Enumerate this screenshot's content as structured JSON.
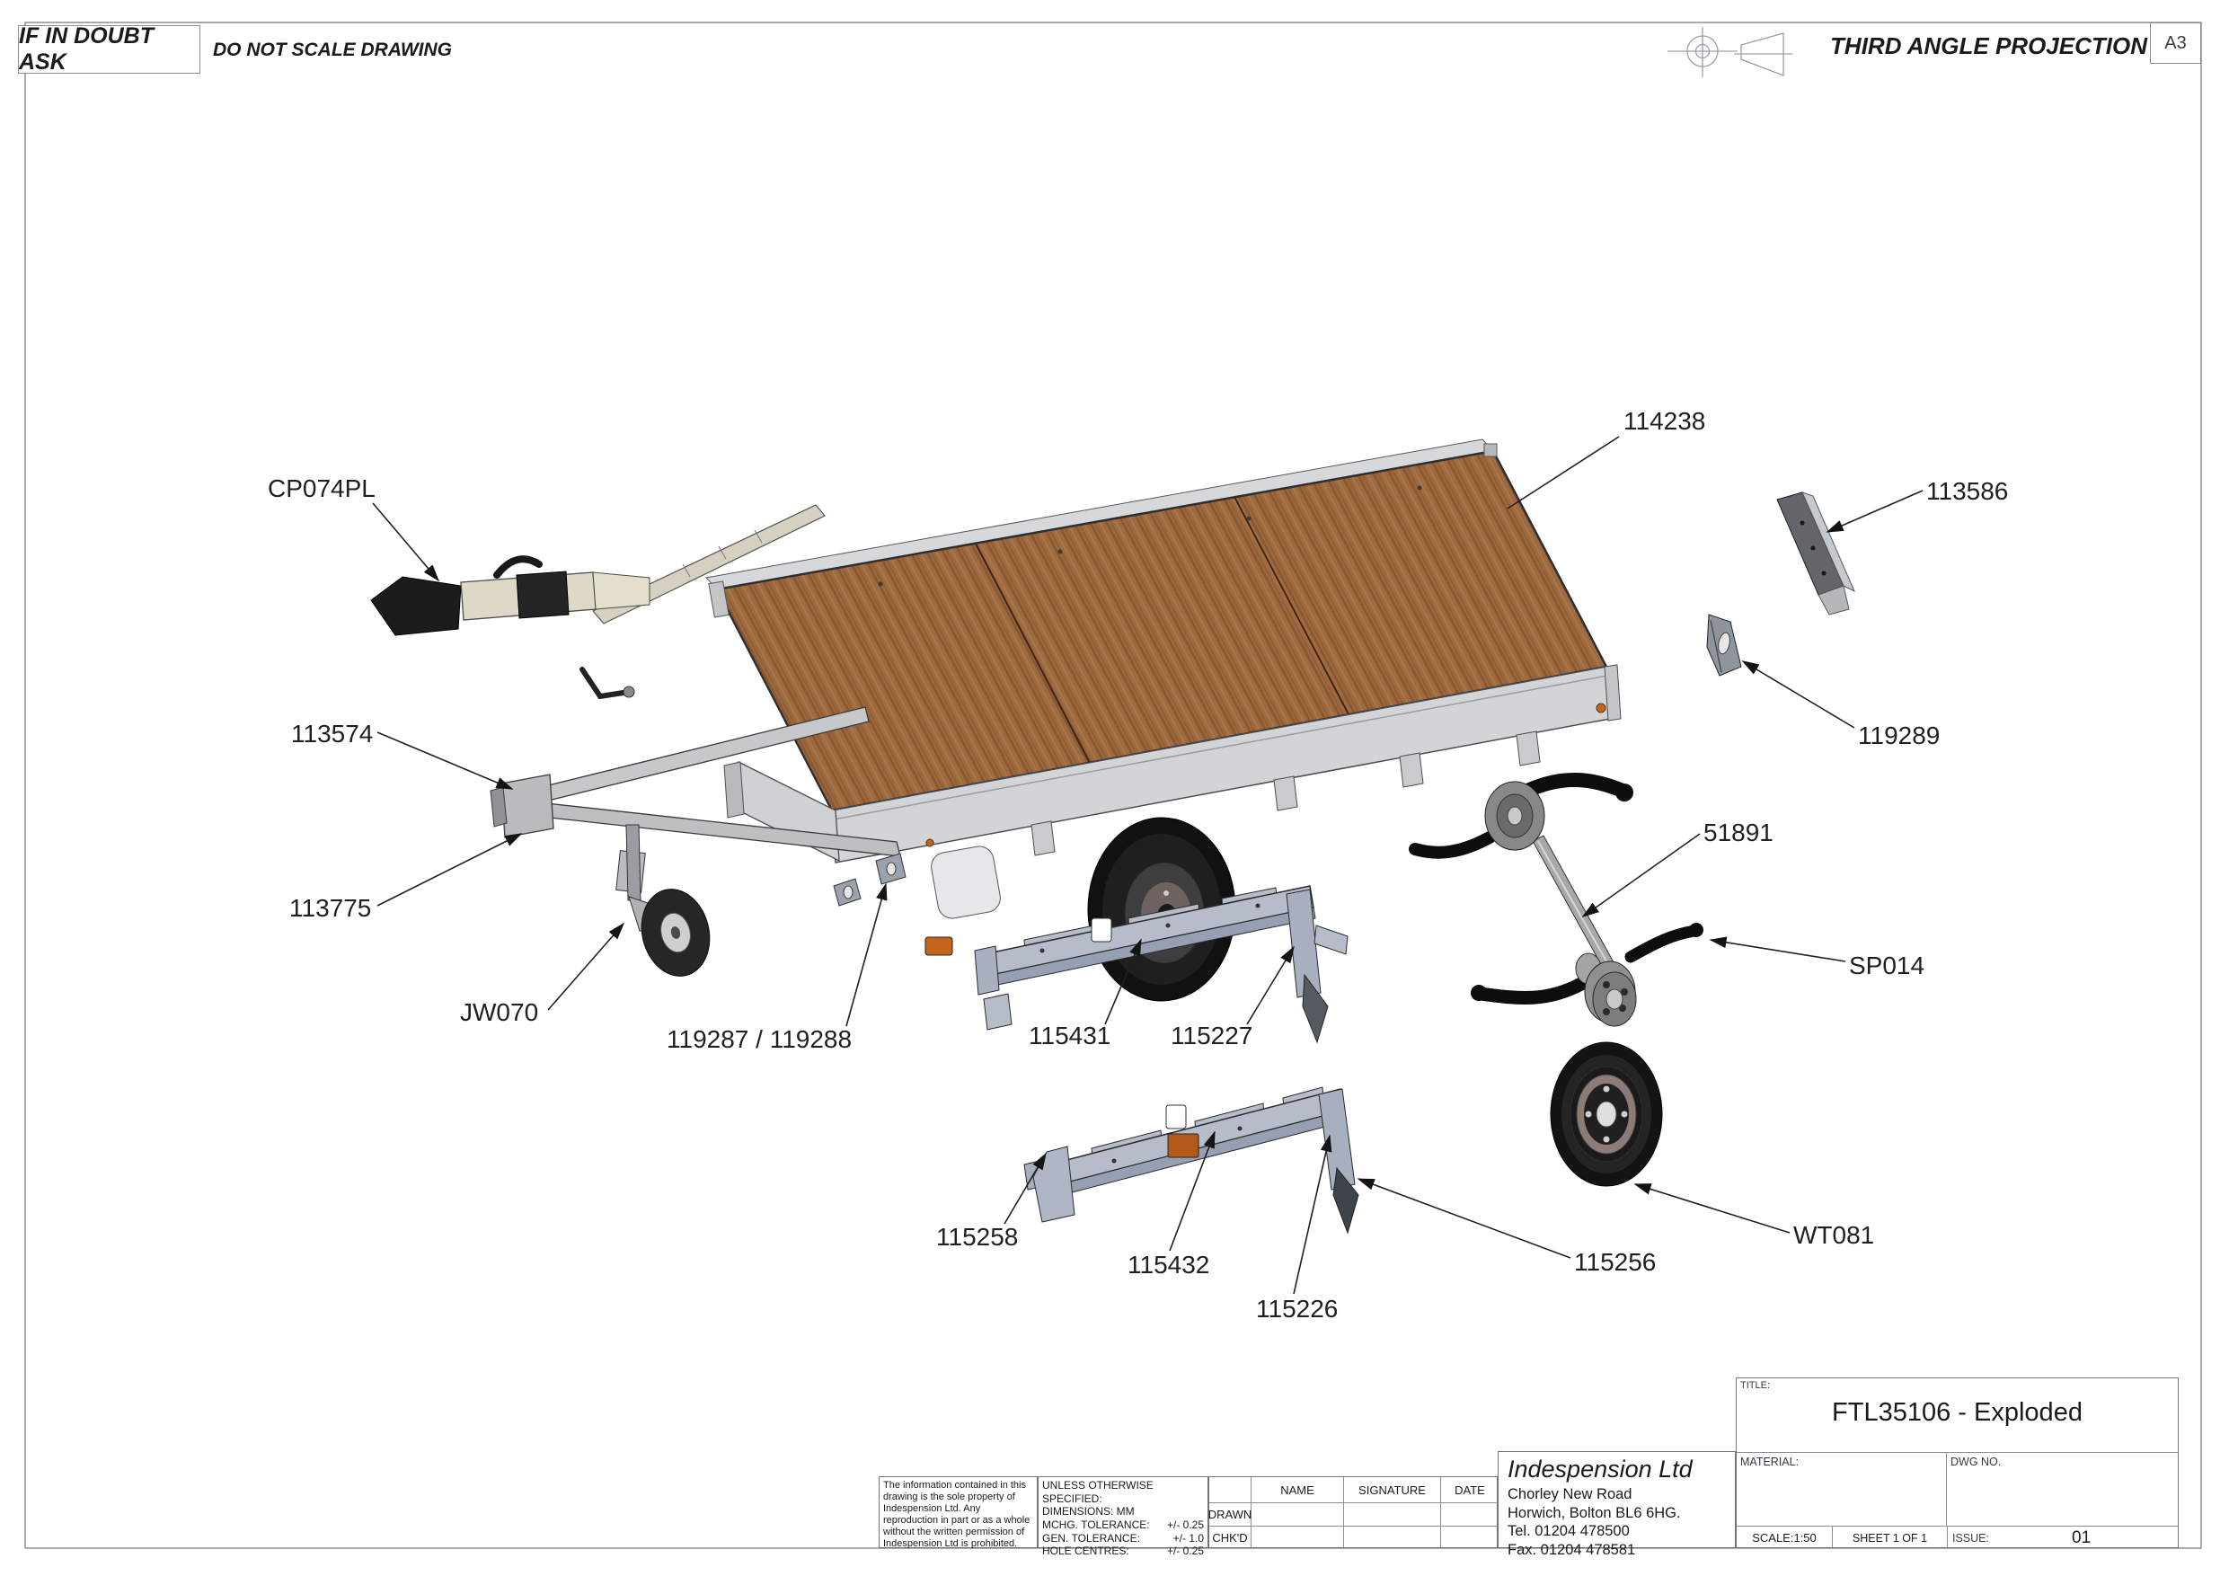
{
  "header": {
    "warning": "IF IN DOUBT ASK",
    "do_not_scale": "DO NOT SCALE DRAWING",
    "projection": "THIRD ANGLE PROJECTION",
    "sheet_size": "A3"
  },
  "part_labels": [
    {
      "id": "CP074PL",
      "text": "CP074PL"
    },
    {
      "id": "114238",
      "text": "114238"
    },
    {
      "id": "113586",
      "text": "113586"
    },
    {
      "id": "119289",
      "text": "119289"
    },
    {
      "id": "113574",
      "text": "113574"
    },
    {
      "id": "113775",
      "text": "113775"
    },
    {
      "id": "JW070",
      "text": "JW070"
    },
    {
      "id": "119287-119288",
      "text": "119287 / 119288"
    },
    {
      "id": "115431",
      "text": "115431"
    },
    {
      "id": "115227",
      "text": "115227"
    },
    {
      "id": "51891",
      "text": "51891"
    },
    {
      "id": "SP014",
      "text": "SP014"
    },
    {
      "id": "115258",
      "text": "115258"
    },
    {
      "id": "115432",
      "text": "115432"
    },
    {
      "id": "115226",
      "text": "115226"
    },
    {
      "id": "115256",
      "text": "115256"
    },
    {
      "id": "WT081",
      "text": "WT081"
    }
  ],
  "disclaimer": "The information contained in this drawing is the sole property of Indespension Ltd. Any reproduction in part or as a whole without the written permission of Indespension Ltd is prohibited.",
  "tolerances": {
    "heading": "UNLESS OTHERWISE SPECIFIED:",
    "rows": [
      {
        "label": "DIMENSIONS:  MM",
        "value": ""
      },
      {
        "label": "MCHG. TOLERANCE:",
        "value": "+/- 0.25"
      },
      {
        "label": "GEN. TOLERANCE:",
        "value": "+/- 1.0"
      },
      {
        "label": "HOLE CENTRES:",
        "value": "+/- 0.25"
      }
    ]
  },
  "sign_off": {
    "columns": {
      "name": "NAME",
      "signature": "SIGNATURE",
      "date": "DATE"
    },
    "rows": [
      {
        "label": "DRAWN"
      },
      {
        "label": "CHK'D"
      }
    ]
  },
  "company": {
    "name": "Indespension Ltd",
    "address_line1": "Chorley New Road",
    "address_line2": "Horwich, Bolton BL6 6HG.",
    "tel": "Tel. 01204 478500",
    "fax": "Fax. 01204 478581"
  },
  "title_block": {
    "title_label": "TITLE:",
    "title": "FTL35106 - Exploded",
    "material_label": "MATERIAL:",
    "material": "",
    "dwg_no_label": "DWG NO.",
    "dwg_no": "",
    "scale": "SCALE:1:50",
    "sheet": "SHEET 1 OF 1",
    "issue_label": "ISSUE:",
    "issue": "01"
  },
  "colors": {
    "wood": "#9e6a3f",
    "steel_light": "#d2d4d6",
    "steel_blue": "#b6bcca",
    "tire": "#141414",
    "reflector_orange": "#c4651c",
    "line": "#1f1f1f"
  }
}
